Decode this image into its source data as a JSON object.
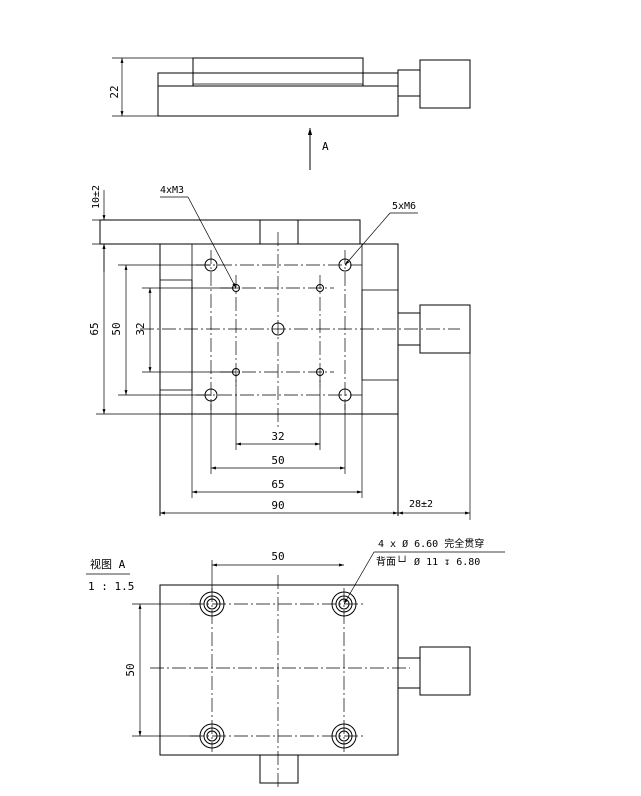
{
  "top_view": {
    "dim_height": "22",
    "arrow_label": "A"
  },
  "main_view": {
    "dim_top_offset": "10±2",
    "callout_m3": "4xM3",
    "callout_m6": "5xM6",
    "dim_height_65": "65",
    "dim_height_50": "50",
    "dim_height_32": "32",
    "dim_width_32": "32",
    "dim_width_50": "50",
    "dim_width_65": "65",
    "dim_width_90": "90",
    "dim_knob": "28±2"
  },
  "view_a": {
    "title": "视图 A",
    "scale": "1 : 1.5",
    "dim_width_50": "50",
    "dim_height_50": "50",
    "note_line1": "4 x  Ø  6.60 完全贯穿",
    "note_line2": "背面└┘ Ø  11  ↧  6.80"
  }
}
